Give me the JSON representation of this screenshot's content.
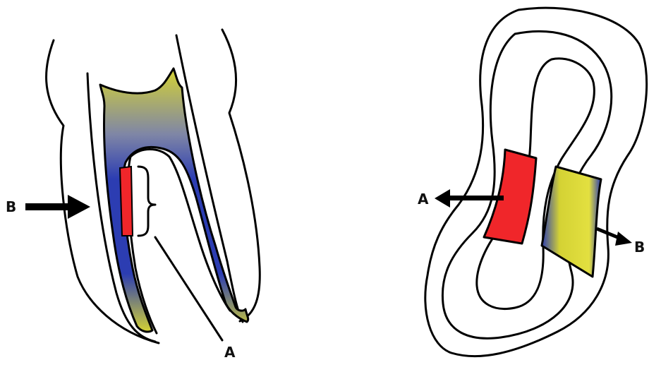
{
  "left_figure": {
    "label_a": "A",
    "label_b": "B"
  },
  "right_figure": {
    "label_a": "A",
    "label_b": "B"
  },
  "colors": {
    "stroke": "#000000",
    "canal_blue": "#2c3db2",
    "canal_yellow": "#d4d234",
    "danger_zone_red": "#f0262a",
    "text": "#111111"
  }
}
